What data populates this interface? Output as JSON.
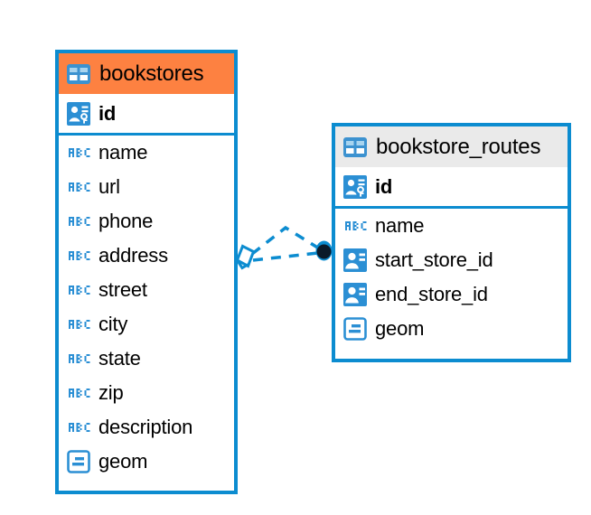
{
  "diagram": {
    "type": "entity-relationship-diagram",
    "background_color": "#ffffff",
    "accent_color": "#0c8cd0",
    "highlight_color": "#fd8141",
    "header_grey_color": "#eaeaea"
  },
  "entities": [
    {
      "name": "bookstores",
      "header_label": "bookstores",
      "header_color": "#fd8141",
      "header_icon": "table-icon",
      "primary_key": {
        "label": "id",
        "icon": "primary-key-icon"
      },
      "fields": [
        {
          "label": "name",
          "icon": "abc-text-icon"
        },
        {
          "label": "url",
          "icon": "abc-text-icon"
        },
        {
          "label": "phone",
          "icon": "abc-text-icon"
        },
        {
          "label": "address",
          "icon": "abc-text-icon"
        },
        {
          "label": "street",
          "icon": "abc-text-icon"
        },
        {
          "label": "city",
          "icon": "abc-text-icon"
        },
        {
          "label": "state",
          "icon": "abc-text-icon"
        },
        {
          "label": "zip",
          "icon": "abc-text-icon"
        },
        {
          "label": "description",
          "icon": "abc-text-icon"
        },
        {
          "label": "geom",
          "icon": "geometry-icon"
        }
      ]
    },
    {
      "name": "bookstore_routes",
      "header_label": "bookstore_routes",
      "header_color": "#eaeaea",
      "header_icon": "table-icon",
      "primary_key": {
        "label": "id",
        "icon": "primary-key-icon"
      },
      "fields": [
        {
          "label": "name",
          "icon": "abc-text-icon"
        },
        {
          "label": "start_store_id",
          "icon": "foreign-key-icon"
        },
        {
          "label": "end_store_id",
          "icon": "foreign-key-icon"
        },
        {
          "label": "geom",
          "icon": "geometry-icon"
        }
      ]
    }
  ],
  "relationship": {
    "from_entity": "bookstores",
    "to_entity": "bookstore_routes",
    "line_style": "dashed",
    "line_color": "#0c8cd0",
    "source_marker": "diamond-marker",
    "target_marker": "filled-circle-marker",
    "cardinality": "one-to-many"
  }
}
